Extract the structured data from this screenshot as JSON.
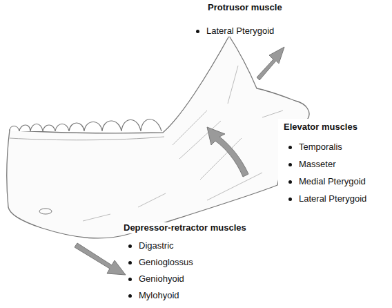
{
  "diagram": {
    "labels": [
      "Protrusor muscle",
      "Lateral Pterygoid",
      "Elevator muscles",
      "Temporalis",
      "Masseter",
      "Medial Pterygoid",
      "Lateral Pterygoid",
      "Depressor-retractor muscles",
      "Digastric",
      "Genioglossus",
      "Geniohyoid",
      "Mylohyoid"
    ]
  }
}
